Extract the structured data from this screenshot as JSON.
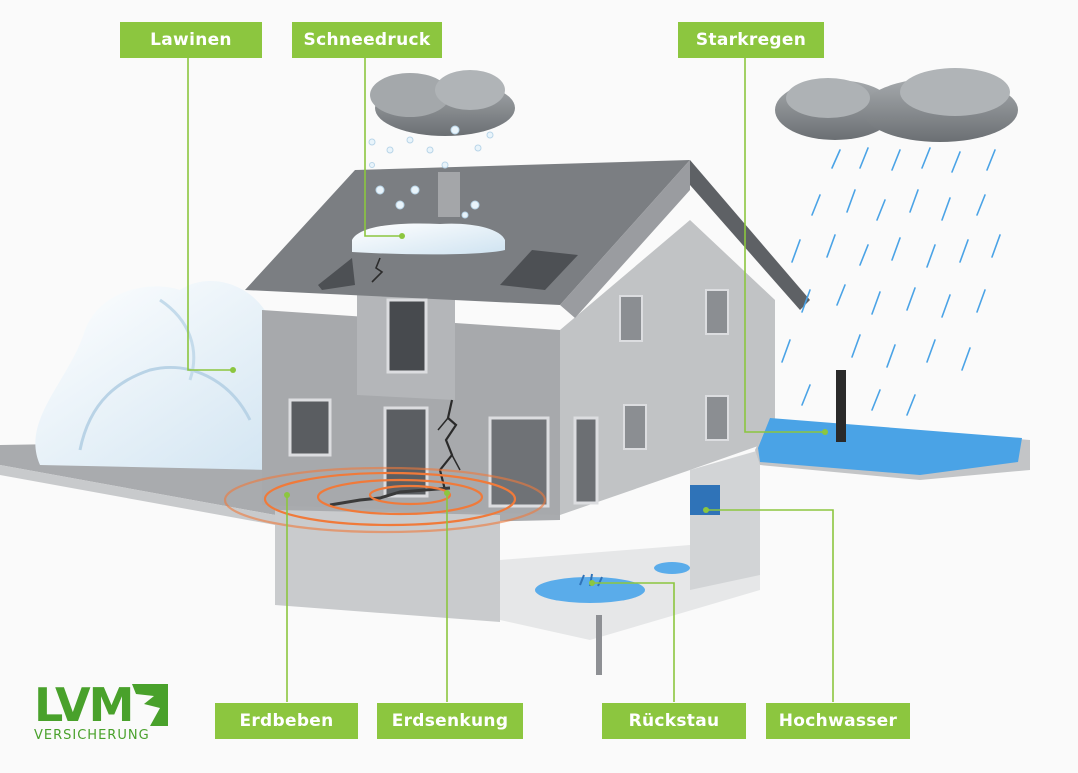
{
  "labels": {
    "lawinen": "Lawinen",
    "schneedruck": "Schneedruck",
    "starkregen": "Starkregen",
    "erdbeben": "Erdbeben",
    "erdsenkung": "Erdsenkung",
    "rueckstau": "Rückstau",
    "hochwasser": "Hochwasser"
  },
  "logo": {
    "brand": "LVM",
    "subtitle": "VERSICHERUNG"
  },
  "colors": {
    "label_green": "#8cc63f",
    "leader_green": "#8cc63f",
    "logo_green": "#49a12b",
    "quake_orange": "#f07a3a",
    "water_blue": "#4aa3e6",
    "wall_gray": "#9c9ea2",
    "roof_gray": "#6f7276",
    "snow_white": "#e8f2f9"
  }
}
